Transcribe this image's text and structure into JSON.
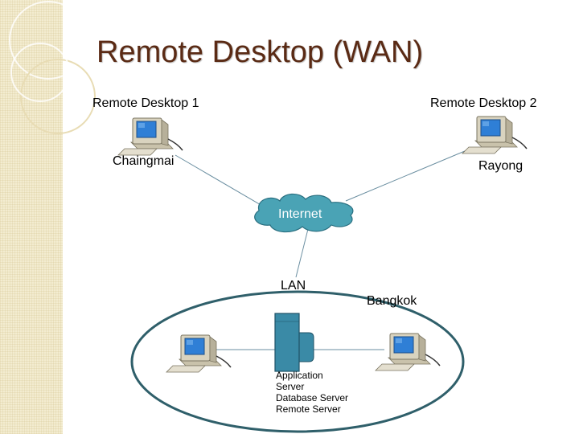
{
  "slide": {
    "title": "Remote Desktop (WAN)"
  },
  "nodes": {
    "rd1_label": "Remote Desktop 1",
    "rd1_location": "Chaingmai",
    "rd2_label": "Remote Desktop 2",
    "rd2_location": "Rayong",
    "cloud_label": "Internet",
    "lan_label": "LAN",
    "lan_location": "Bangkok",
    "server_lines": [
      "Application",
      "Server",
      "Database Server",
      "Remote Server"
    ]
  },
  "icons": {
    "computer": "desktop-computer-icon",
    "server": "server-tower-icon",
    "database": "database-cylinder-icon",
    "cloud": "cloud-icon"
  },
  "colors": {
    "title": "#5a2a14",
    "cloud_fill": "#4aa3b5",
    "lan_ellipse": "#2f5f6a",
    "link_line": "#6a8ea0",
    "server_fill": "#3a8aa6",
    "monitor_screen": "#2f7fd6",
    "computer_beige": "#d9d3bf"
  }
}
